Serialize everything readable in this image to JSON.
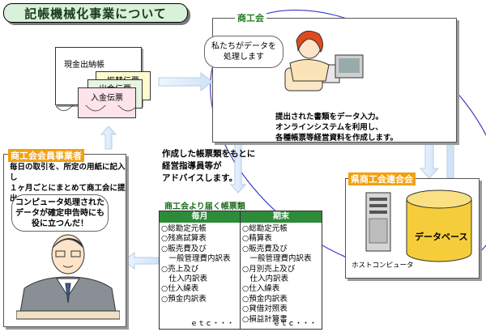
{
  "title": "記帳機械化事業について",
  "chamber": {
    "label": "商工会",
    "bubble": "私たちがデータを処理します",
    "desc_lines": [
      "提出された書類をデータ入力。",
      "オンラインシステムを利用し、",
      "各種帳票等経営資料を作成します。"
    ]
  },
  "documents": {
    "cashbook": "現金出納帳",
    "transfer": "振替伝票",
    "payment": "出金伝票",
    "receipt": "入金伝票"
  },
  "member": {
    "label": "商工会会員事業者",
    "desc_lines": [
      "毎日の取引を、所定の用紙に記入し",
      "１ヶ月ごとにまとめて商工会に提出"
    ],
    "bubble_lines": [
      "コンピュータ処理された",
      "データが確定申告時にも",
      "役に立つんだ！"
    ]
  },
  "advice_lines": [
    "作成した帳票類をもとに",
    "経営指導員等が",
    "アドバイスします。"
  ],
  "reports": {
    "heading": "商工会より届く帳票類",
    "monthly": {
      "header": "毎月",
      "items": [
        "○総勘定元帳",
        "○残高試算表",
        "○販売費及び",
        "　一般管理費内訳表",
        "○売上及び",
        "　仕入内訳表",
        "○仕入繰表",
        "○預金内訳表"
      ],
      "etc": "ｅｔｃ・・・"
    },
    "yearly": {
      "header": "期末",
      "items": [
        "○総勘定元帳",
        "○精算表",
        "○販売費及び",
        "　一般管理費内訳表",
        "○月別売上及び",
        "　仕入内訳表",
        "○仕入繰表",
        "○預金内訳表",
        "○貸借対照表",
        "○損益計算書"
      ],
      "etc": "ｅｔｃ・・・"
    }
  },
  "prefecture": {
    "label": "県商工会連合会",
    "database": "データベース",
    "server": "ホストコンピュータ"
  }
}
